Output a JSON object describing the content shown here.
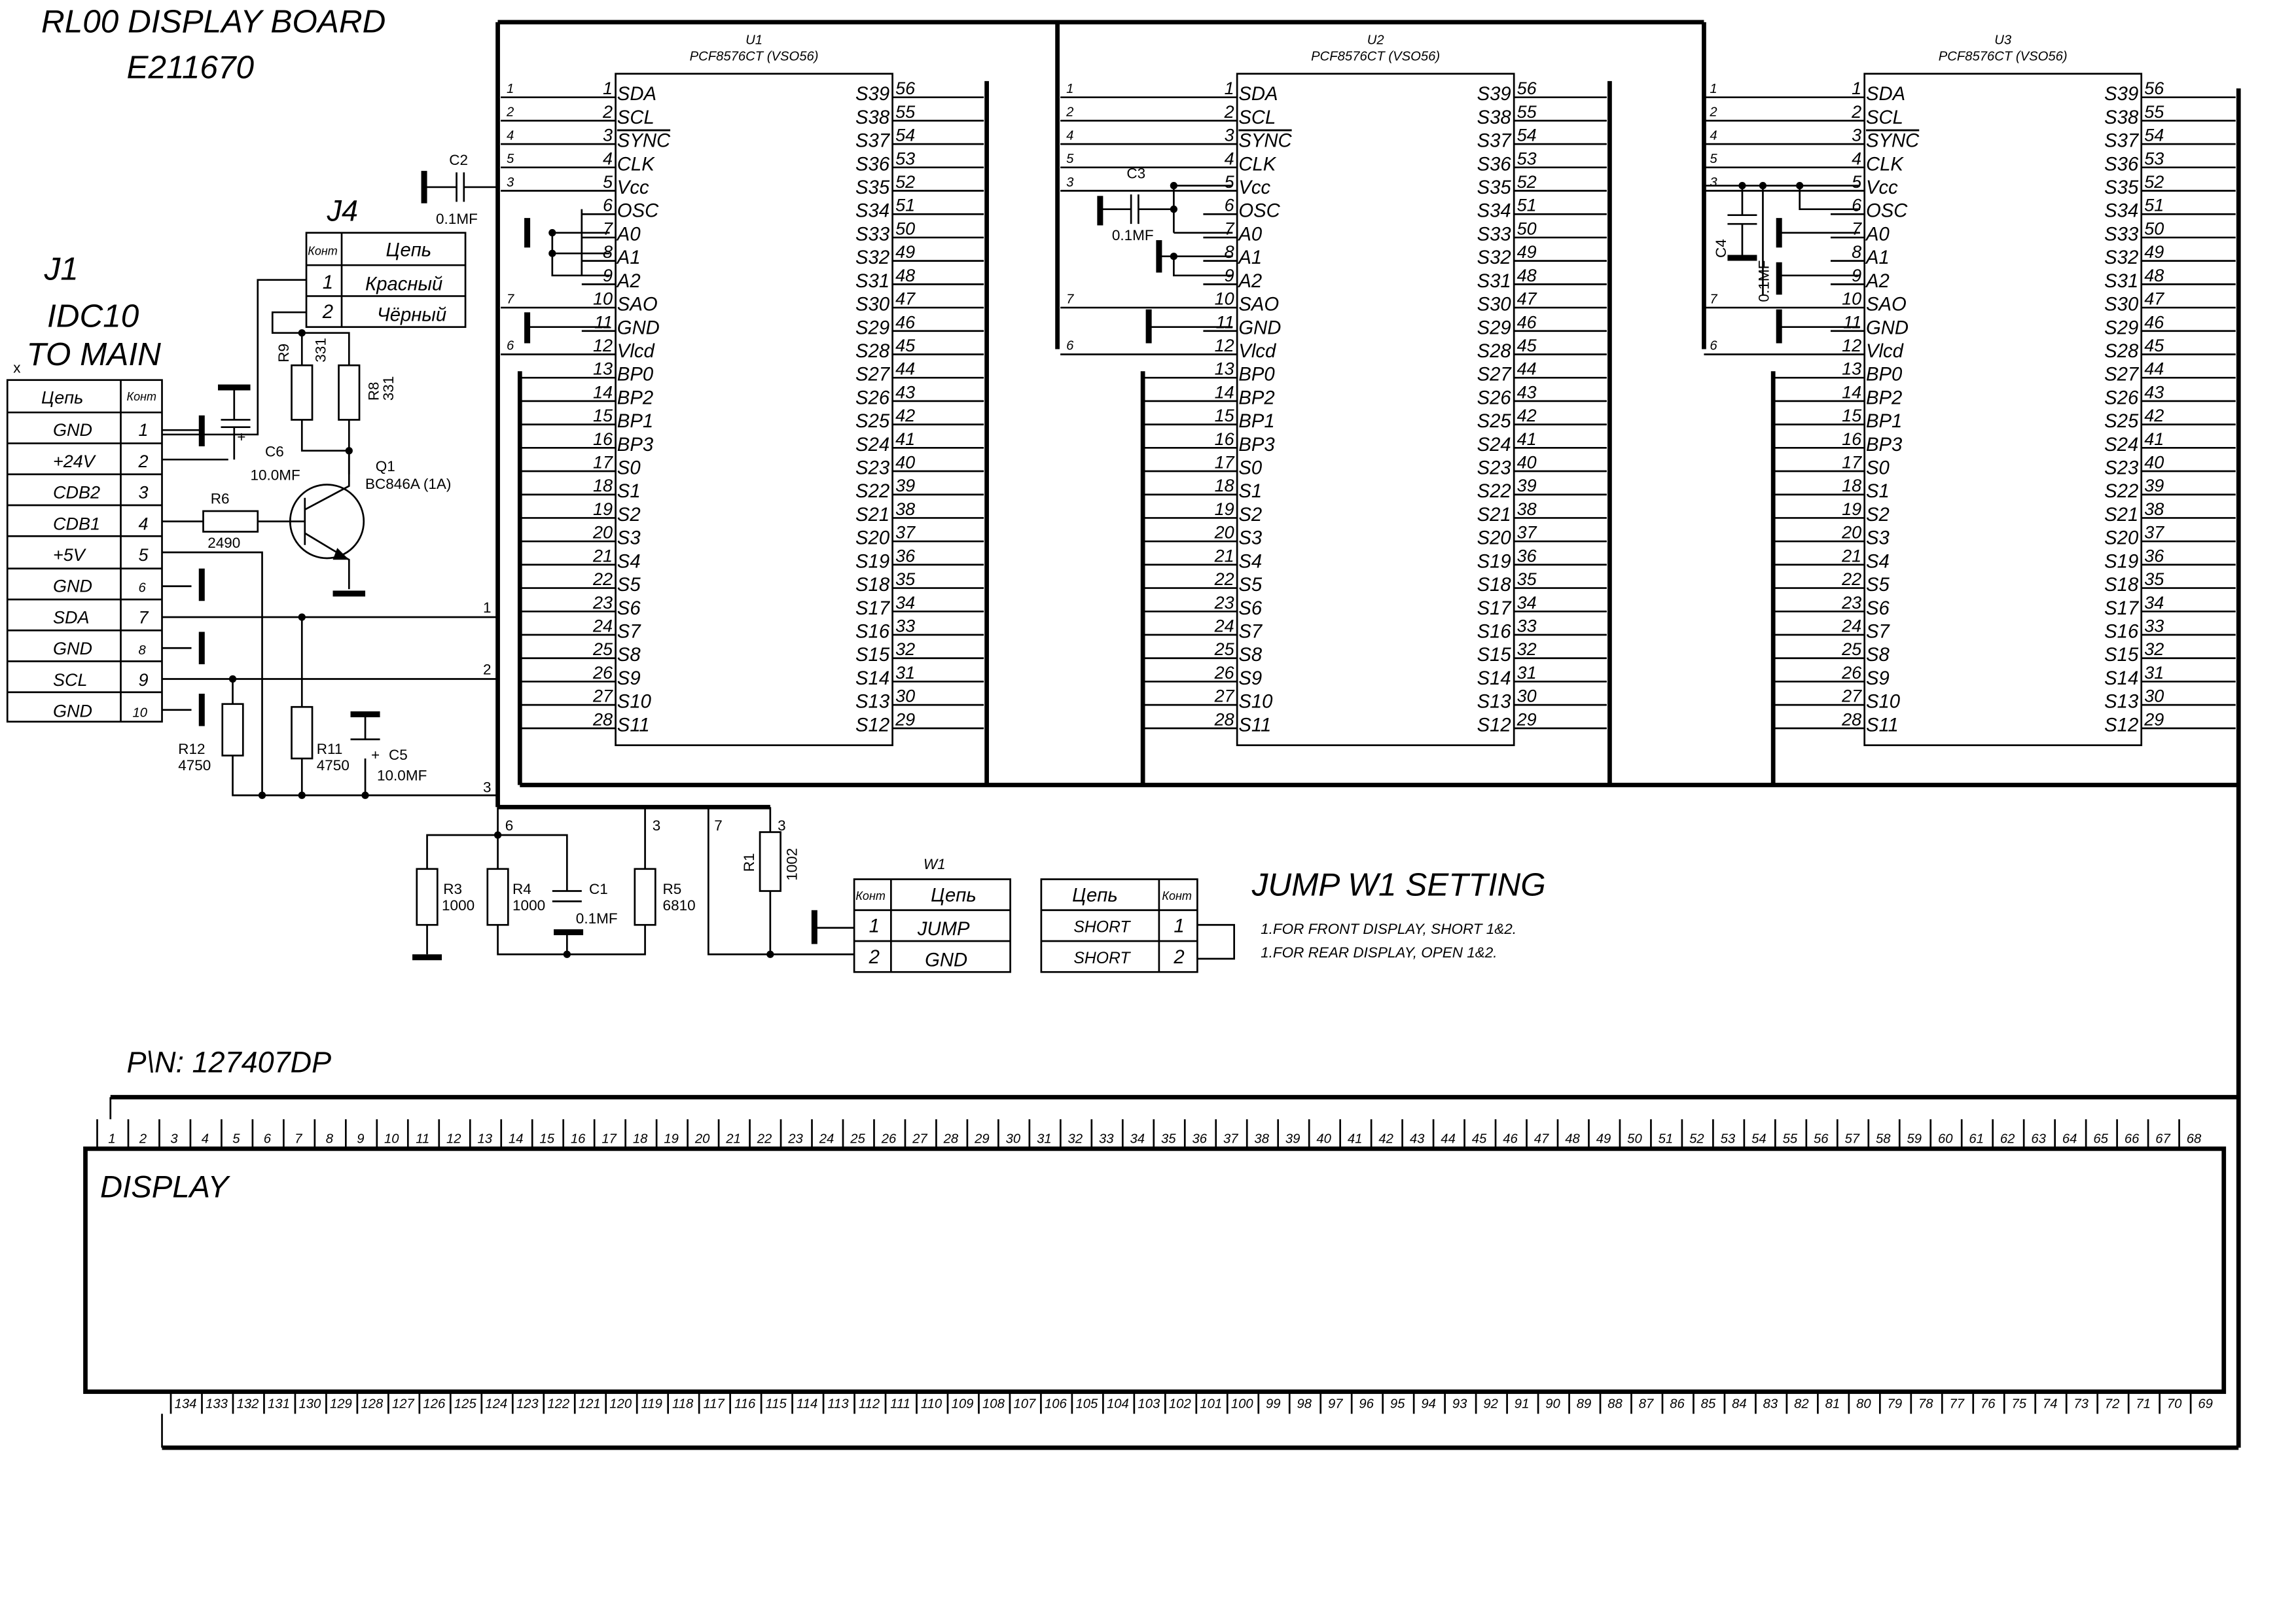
{
  "title": "RL00 DISPLAY BOARD",
  "doc_number": "E211670",
  "part_number": "P\\N: 127407DP",
  "j1": {
    "ref": "J1",
    "type": "IDC10",
    "dest": "TO MAIN",
    "mark": "x",
    "header_net": "Цепь",
    "header_pin": "Конт",
    "rows": [
      {
        "net": "GND",
        "pin": "1"
      },
      {
        "net": "+24V",
        "pin": "2"
      },
      {
        "net": "CDB2",
        "pin": "3"
      },
      {
        "net": "CDB1",
        "pin": "4"
      },
      {
        "net": "+5V",
        "pin": "5"
      },
      {
        "net": "GND",
        "pin": "6"
      },
      {
        "net": "SDA",
        "pin": "7"
      },
      {
        "net": "GND",
        "pin": "8"
      },
      {
        "net": "SCL",
        "pin": "9"
      },
      {
        "net": "GND",
        "pin": "10"
      }
    ]
  },
  "j4": {
    "ref": "J4",
    "header_pin": "Конт",
    "header_net": "Цепь",
    "rows": [
      {
        "pin": "1",
        "net": "Красный"
      },
      {
        "pin": "2",
        "net": "Чёрный"
      }
    ]
  },
  "components": {
    "c2": "C2",
    "c2_val": "0.1MF",
    "c3": "C3",
    "c3_val": "0.1MF",
    "c4": "C4",
    "c4_val": "0.1MF",
    "c6": "C6",
    "c6_val": "10.0MF",
    "c5": "C5",
    "c5_val": "10.0MF",
    "c1": "C1",
    "c1_val": "0.1MF",
    "r9": "R9",
    "r9_val": "331",
    "r8": "R8",
    "r8_val": "331",
    "r6": "R6",
    "r6_val": "2490",
    "r12": "R12",
    "r12_val": "4750",
    "r11": "R11",
    "r11_val": "4750",
    "r3": "R3",
    "r3_val": "1000",
    "r4": "R4",
    "r4_val": "1000",
    "r5": "R5",
    "r5_val": "6810",
    "r1": "R1",
    "r1_val": "1002",
    "q1": "Q1",
    "q1_val": "BC846A (1A)",
    "plus": "+"
  },
  "net_numbers": {
    "n1": "1",
    "n2": "2",
    "n3": "3",
    "n6": "6",
    "n3b": "3",
    "n7": "7",
    "n3c": "3"
  },
  "chip_ext_pins": [
    "1",
    "2",
    "4",
    "5",
    "3",
    "7",
    "6"
  ],
  "chips": [
    {
      "ref": "U1",
      "part": "PCF8576CT (VSO56)"
    },
    {
      "ref": "U2",
      "part": "PCF8576CT (VSO56)"
    },
    {
      "ref": "U3",
      "part": "PCF8576CT (VSO56)"
    }
  ],
  "pins_left": [
    {
      "n": "1",
      "name": "SDA"
    },
    {
      "n": "2",
      "name": "SCL"
    },
    {
      "n": "3",
      "name": "SYNC"
    },
    {
      "n": "4",
      "name": "CLK"
    },
    {
      "n": "5",
      "name": "Vcc"
    },
    {
      "n": "6",
      "name": "OSC"
    },
    {
      "n": "7",
      "name": "A0"
    },
    {
      "n": "8",
      "name": "A1"
    },
    {
      "n": "9",
      "name": "A2"
    },
    {
      "n": "10",
      "name": "SAO"
    },
    {
      "n": "11",
      "name": "GND"
    },
    {
      "n": "12",
      "name": "Vlcd"
    },
    {
      "n": "13",
      "name": "BP0"
    },
    {
      "n": "14",
      "name": "BP2"
    },
    {
      "n": "15",
      "name": "BP1"
    },
    {
      "n": "16",
      "name": "BP3"
    },
    {
      "n": "17",
      "name": "S0"
    },
    {
      "n": "18",
      "name": "S1"
    },
    {
      "n": "19",
      "name": "S2"
    },
    {
      "n": "20",
      "name": "S3"
    },
    {
      "n": "21",
      "name": "S4"
    },
    {
      "n": "22",
      "name": "S5"
    },
    {
      "n": "23",
      "name": "S6"
    },
    {
      "n": "24",
      "name": "S7"
    },
    {
      "n": "25",
      "name": "S8"
    },
    {
      "n": "26",
      "name": "S9"
    },
    {
      "n": "27",
      "name": "S10"
    },
    {
      "n": "28",
      "name": "S11"
    }
  ],
  "pins_right": [
    {
      "n": "56",
      "name": "S39"
    },
    {
      "n": "55",
      "name": "S38"
    },
    {
      "n": "54",
      "name": "S37"
    },
    {
      "n": "53",
      "name": "S36"
    },
    {
      "n": "52",
      "name": "S35"
    },
    {
      "n": "51",
      "name": "S34"
    },
    {
      "n": "50",
      "name": "S33"
    },
    {
      "n": "49",
      "name": "S32"
    },
    {
      "n": "48",
      "name": "S31"
    },
    {
      "n": "47",
      "name": "S30"
    },
    {
      "n": "46",
      "name": "S29"
    },
    {
      "n": "45",
      "name": "S28"
    },
    {
      "n": "44",
      "name": "S27"
    },
    {
      "n": "43",
      "name": "S26"
    },
    {
      "n": "42",
      "name": "S25"
    },
    {
      "n": "41",
      "name": "S24"
    },
    {
      "n": "40",
      "name": "S23"
    },
    {
      "n": "39",
      "name": "S22"
    },
    {
      "n": "38",
      "name": "S21"
    },
    {
      "n": "37",
      "name": "S20"
    },
    {
      "n": "36",
      "name": "S19"
    },
    {
      "n": "35",
      "name": "S18"
    },
    {
      "n": "34",
      "name": "S17"
    },
    {
      "n": "33",
      "name": "S16"
    },
    {
      "n": "32",
      "name": "S15"
    },
    {
      "n": "31",
      "name": "S14"
    },
    {
      "n": "30",
      "name": "S13"
    },
    {
      "n": "29",
      "name": "S12"
    }
  ],
  "w1": {
    "ref": "W1",
    "header_pin": "Конт",
    "header_net": "Цепь",
    "rows": [
      {
        "pin": "1",
        "net": "JUMP"
      },
      {
        "pin": "2",
        "net": "GND"
      }
    ]
  },
  "jumper": {
    "header_net": "Цепь",
    "header_pin": "Конт",
    "rows": [
      {
        "net": "SHORT",
        "pin": "1"
      },
      {
        "net": "SHORT",
        "pin": "2"
      }
    ],
    "title": "JUMP W1 SETTING",
    "note1": "1.FOR FRONT DISPLAY, SHORT 1&2.",
    "note2": "1.FOR REAR DISPLAY, OPEN 1&2."
  },
  "display": {
    "label": "DISPLAY",
    "top_pins_first": 1,
    "top_pins_last": 68,
    "bottom_pins_first": 134,
    "bottom_pins_last": 69
  }
}
